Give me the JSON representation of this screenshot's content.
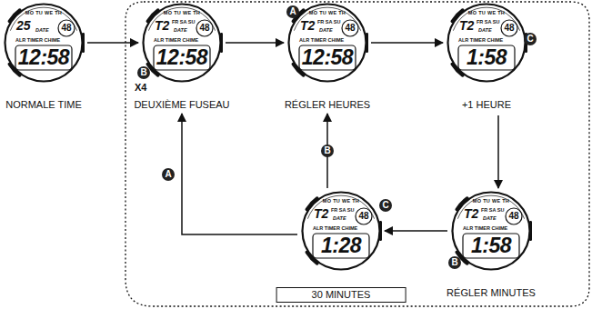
{
  "diagram": {
    "nodes": [
      {
        "text": [
          "MO TU WE TH",
          "25",
          "DATE",
          "48",
          "ALR TIMER CHIME",
          "12:58",
          "NORMALE TIME"
        ]
      },
      {
        "text": [
          "MO TU WE TH",
          "T2",
          "FR SA SU",
          "DATE",
          "48",
          "ALR TIMER CHIME",
          "12:58",
          "DEUXIÈME FUSEAU"
        ]
      },
      {
        "text": [
          "MO TU WE TH",
          "T2",
          "FR SA SU",
          "DATE",
          "48",
          "ALR TIMER CHIME",
          "12:58",
          "RÉGLER HEURES"
        ]
      },
      {
        "text": [
          "MO TU WE TH",
          "T2",
          "FR SA SU",
          "DATE",
          "48",
          "ALR TIMER CHIME",
          "1:58",
          "+1 HEURE"
        ]
      },
      {
        "text": [
          "MO TU WE TH",
          "T2",
          "FR SA SU",
          "DATE",
          "48",
          "ALR TIMER CHIME",
          "1:58",
          "RÉGLER MINUTES"
        ]
      },
      {
        "text": [
          "MO TU WE TH",
          "T2",
          "FR SA SU",
          "DATE",
          "48",
          "ALR TIMER CHIME",
          "1:28",
          "30 MINUTES"
        ]
      }
    ],
    "edges": [
      {
        "from": 0,
        "to": 1,
        "arrow": "to"
      },
      {
        "from": 1,
        "to": 2,
        "arrow": "to"
      },
      {
        "from": 2,
        "to": 3,
        "arrow": "to"
      },
      {
        "from": 3,
        "to": 4,
        "arrow": "to"
      },
      {
        "from": 4,
        "to": 5,
        "arrow": "to"
      },
      {
        "from": 5,
        "to": 2,
        "label": "B",
        "arrow": "to"
      },
      {
        "from": 5,
        "to": 1,
        "label": "A",
        "arrow": "to"
      }
    ],
    "labels": [
      "B",
      "X4",
      "A",
      "C",
      "B",
      "C"
    ]
  }
}
